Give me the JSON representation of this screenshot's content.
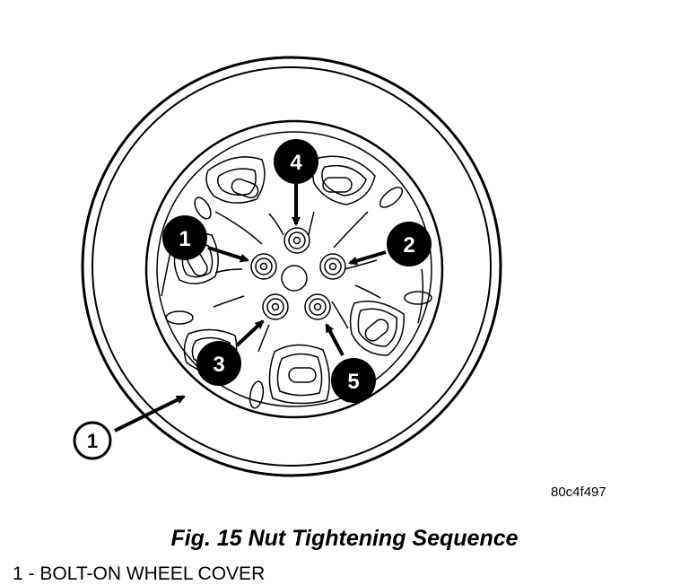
{
  "figure": {
    "code": "80c4f497",
    "caption": "Fig. 15 Nut Tightening Sequence"
  },
  "legend": {
    "number": "1",
    "separator": " - ",
    "text": "BOLT-ON WHEEL COVER"
  },
  "callouts": {
    "part": "1",
    "sequence": [
      "1",
      "2",
      "3",
      "4",
      "5"
    ]
  },
  "colors": {
    "line": "#000000",
    "background": "#ffffff",
    "badge_text": "#ffffff"
  }
}
